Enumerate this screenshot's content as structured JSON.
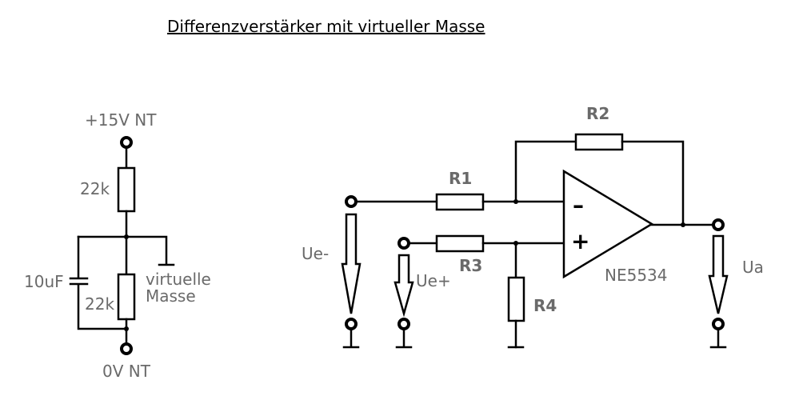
{
  "title": "Differenzverstärker mit virtueller Masse",
  "supply": {
    "top_label": "+15V NT",
    "bottom_label": "0V NT",
    "r_top": "22k",
    "r_bottom": "22k",
    "cap": "10uF",
    "vground": [
      "virtuelle",
      "Masse"
    ]
  },
  "amp": {
    "r1": "R1",
    "r2": "R2",
    "r3": "R3",
    "r4": "R4",
    "minus": "–",
    "plus": "+",
    "opamp": "NE5534",
    "in_minus": "Ue-",
    "in_plus": "Ue+",
    "out": "Ua"
  }
}
